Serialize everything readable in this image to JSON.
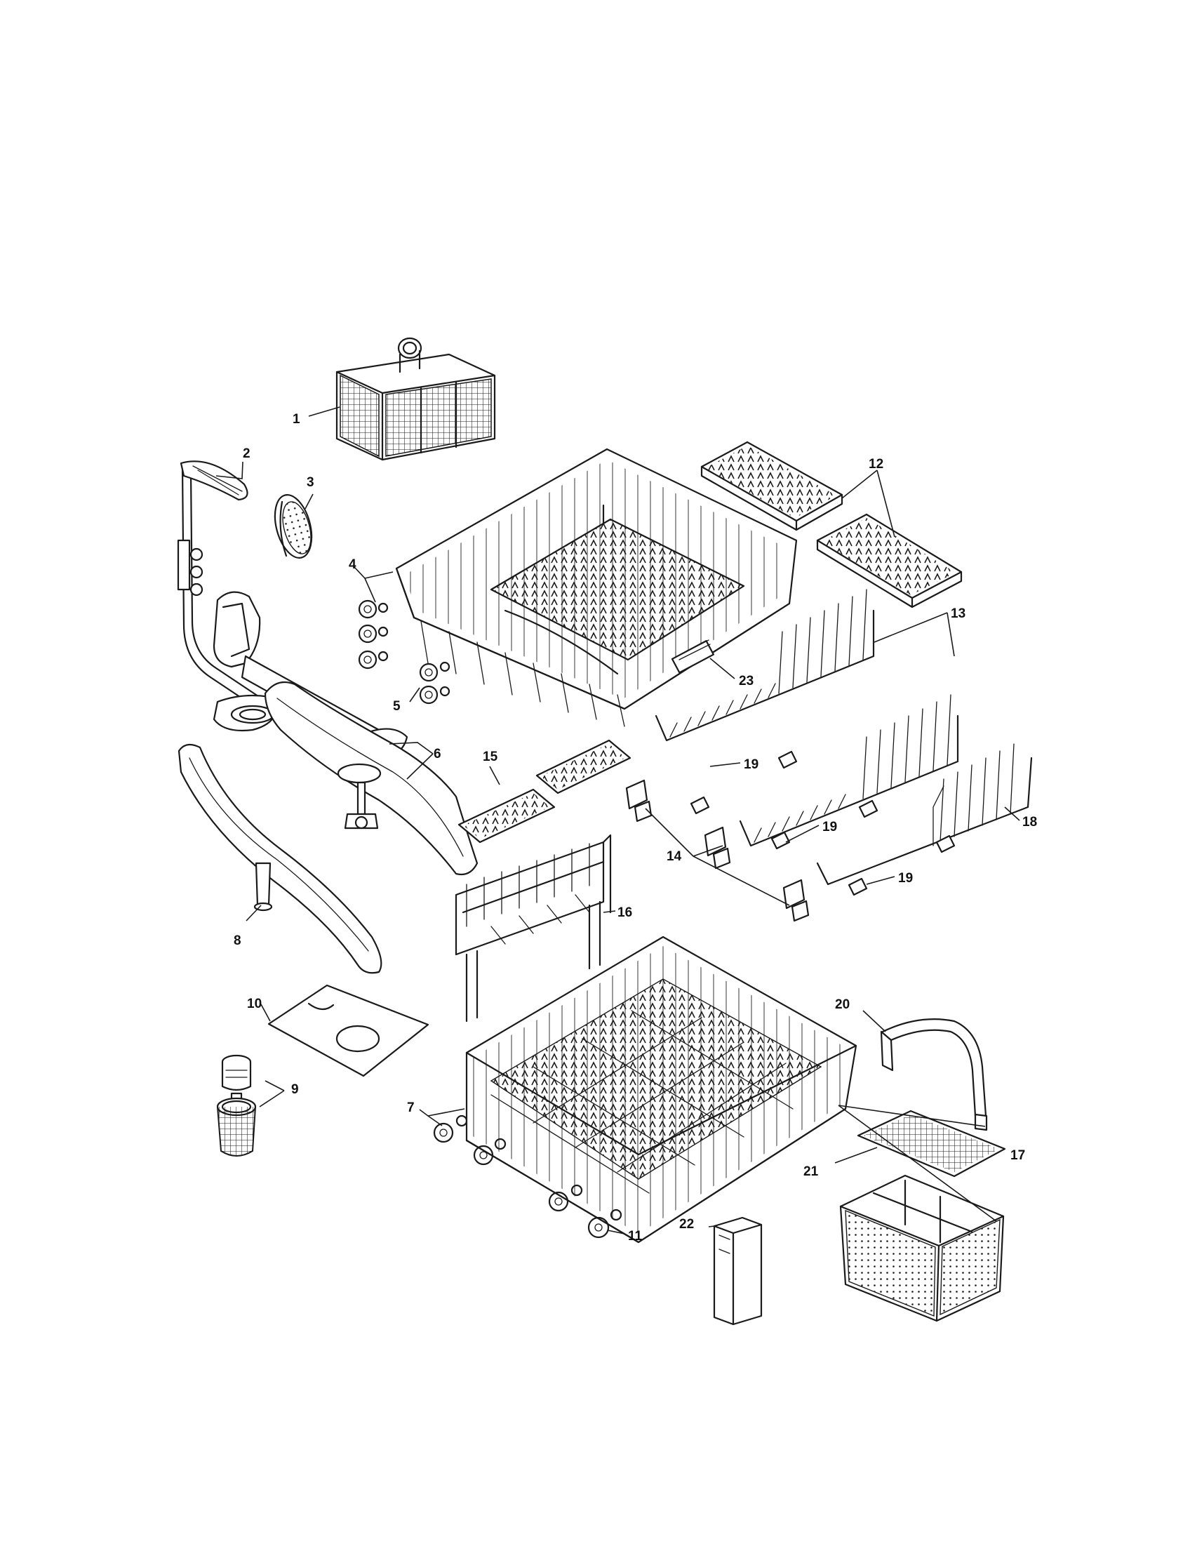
{
  "colors": {
    "ink": "#1a1a1a",
    "paper": "#ffffff"
  },
  "callouts": {
    "c1": "1",
    "c2": "2",
    "c3": "3",
    "c4": "4",
    "c5": "5",
    "c6": "6",
    "c7": "7",
    "c8": "8",
    "c9": "9",
    "c10": "10",
    "c11": "11",
    "c12": "12",
    "c13": "13",
    "c14": "14",
    "c15": "15",
    "c16": "16",
    "c17": "17",
    "c18": "18",
    "c19a": "19",
    "c19b": "19",
    "c19c": "19",
    "c20": "20",
    "c21": "21",
    "c22": "22",
    "c23": "23"
  }
}
